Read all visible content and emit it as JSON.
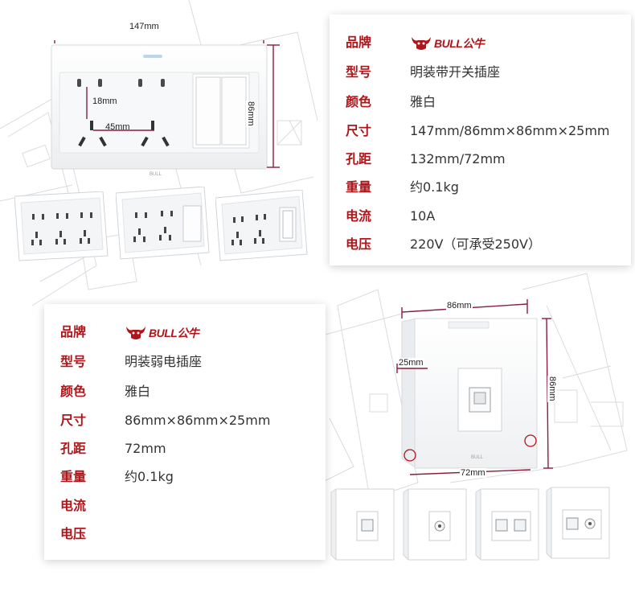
{
  "brand": {
    "logo_text": "BULL公牛",
    "logo_icon": "bull-head-icon",
    "color": "#b0151a"
  },
  "product_top": {
    "dimensions": {
      "width_label": "147mm",
      "height_label": "86mm",
      "hole_vertical_label": "18mm",
      "hole_horizontal_label": "45mm"
    },
    "plate_marking": "BULL",
    "specs": [
      {
        "label": "品牌",
        "value": ""
      },
      {
        "label": "型号",
        "value": "明装带开关插座"
      },
      {
        "label": "颜色",
        "value": "雅白"
      },
      {
        "label": "尺寸",
        "value": "147mm/86mm×86mm×25mm"
      },
      {
        "label": "孔距",
        "value": "132mm/72mm"
      },
      {
        "label": "重量",
        "value": "约0.1kg"
      },
      {
        "label": "电流",
        "value": "10A"
      },
      {
        "label": "电压",
        "value": "220V（可承受250V）"
      }
    ],
    "variants": [
      "six-hole-socket",
      "four-hole-socket-with-switch",
      "six-hole-socket-with-switch"
    ]
  },
  "product_bottom": {
    "dimensions": {
      "width_label": "86mm",
      "height_label": "86mm",
      "depth_label": "25mm",
      "hole_label": "72mm"
    },
    "plate_marking": "BULL",
    "specs": [
      {
        "label": "品牌",
        "value": ""
      },
      {
        "label": "型号",
        "value": "明装弱电插座"
      },
      {
        "label": "颜色",
        "value": "雅白"
      },
      {
        "label": "尺寸",
        "value": "86mm×86mm×25mm"
      },
      {
        "label": "孔距",
        "value": "72mm"
      },
      {
        "label": "重量",
        "value": "约0.1kg"
      },
      {
        "label": "电流",
        "value": ""
      },
      {
        "label": "电压",
        "value": ""
      }
    ],
    "variants": [
      "single-network-socket",
      "single-tv-socket",
      "dual-network-socket",
      "network-tv-socket"
    ]
  },
  "colors": {
    "label_red": "#b0151a",
    "dimension_line": "#8a1c3c",
    "plate_white": "#f5f6f7"
  }
}
